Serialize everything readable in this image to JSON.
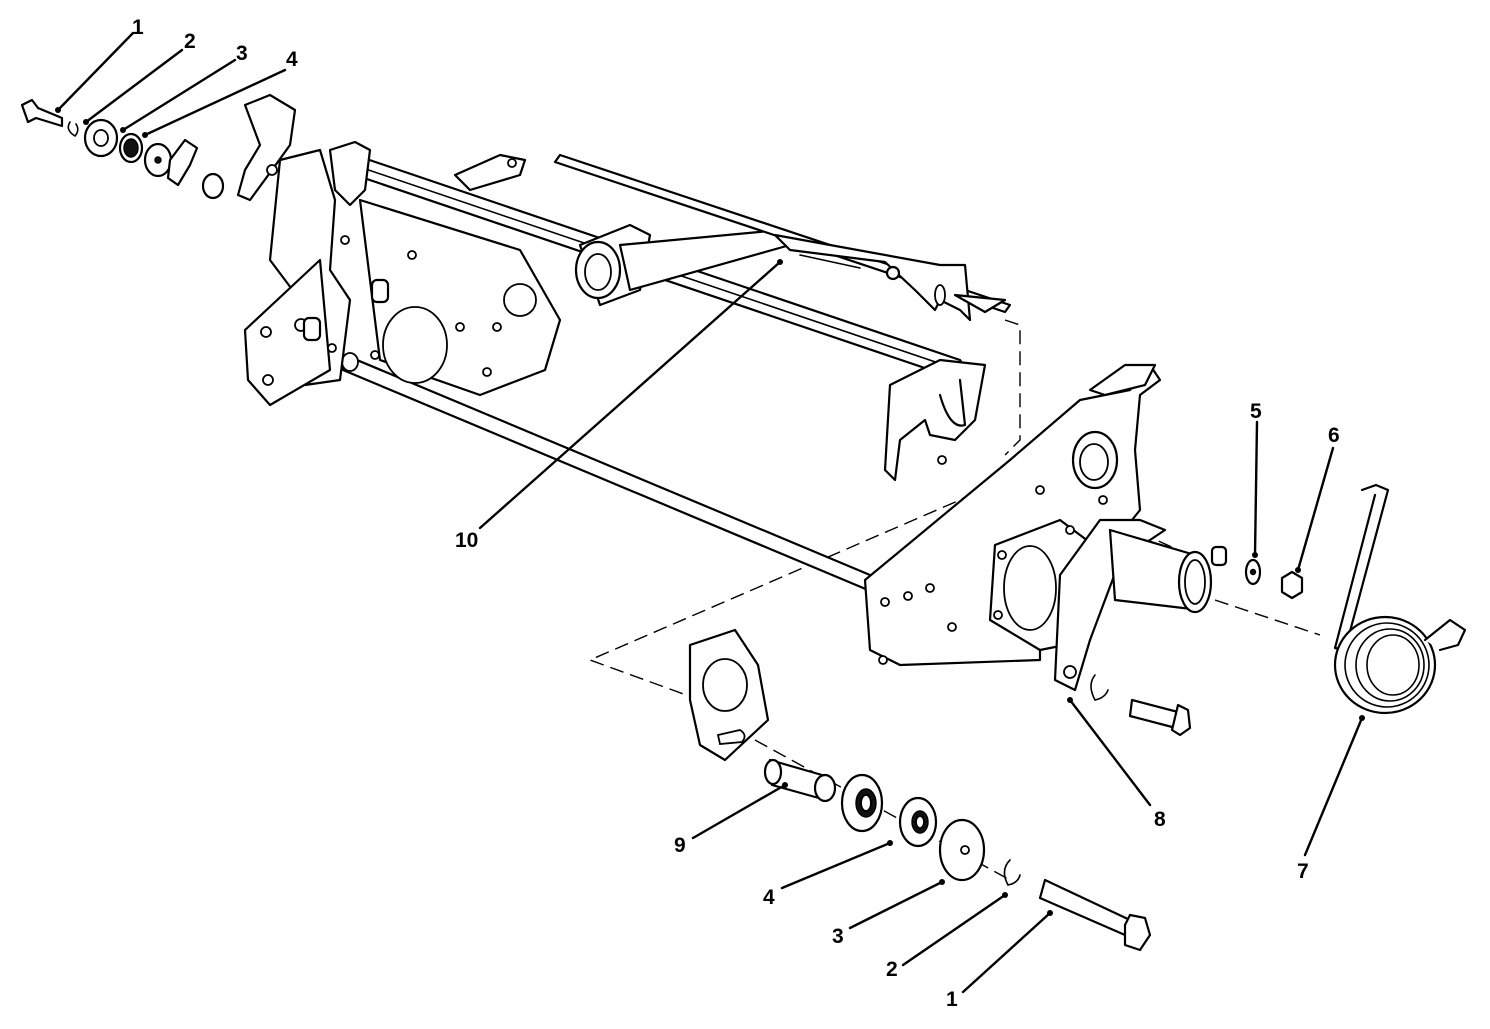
{
  "callouts": {
    "top_1": "1",
    "top_2": "2",
    "top_3": "3",
    "top_4": "4",
    "right_5": "5",
    "right_6": "6",
    "spring_7": "7",
    "arm_8": "8",
    "spacer_9": "9",
    "rod_10": "10",
    "bottom_4": "4",
    "bottom_3": "3",
    "bottom_2": "2",
    "bottom_1": "1"
  }
}
